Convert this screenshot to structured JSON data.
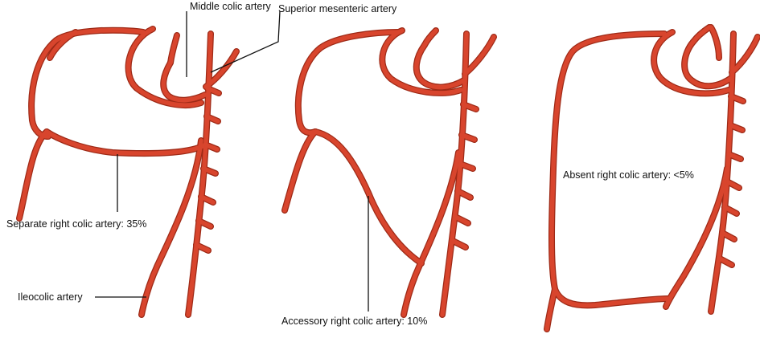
{
  "colors": {
    "vessel": "#d8452d",
    "vessel_edge": "#9e2a17",
    "leader_line": "#111111",
    "background": "#ffffff"
  },
  "labels": {
    "middle_colic": "Middle colic artery",
    "superior_mesenteric": "Superior mesenteric artery",
    "separate_right_colic": "Separate right colic artery:  35%",
    "ileocolic": "Ileocolic artery",
    "accessory_right_colic": "Accessory right colic artery:  10%",
    "absent_right_colic": "Absent right colic artery:  <5%"
  }
}
